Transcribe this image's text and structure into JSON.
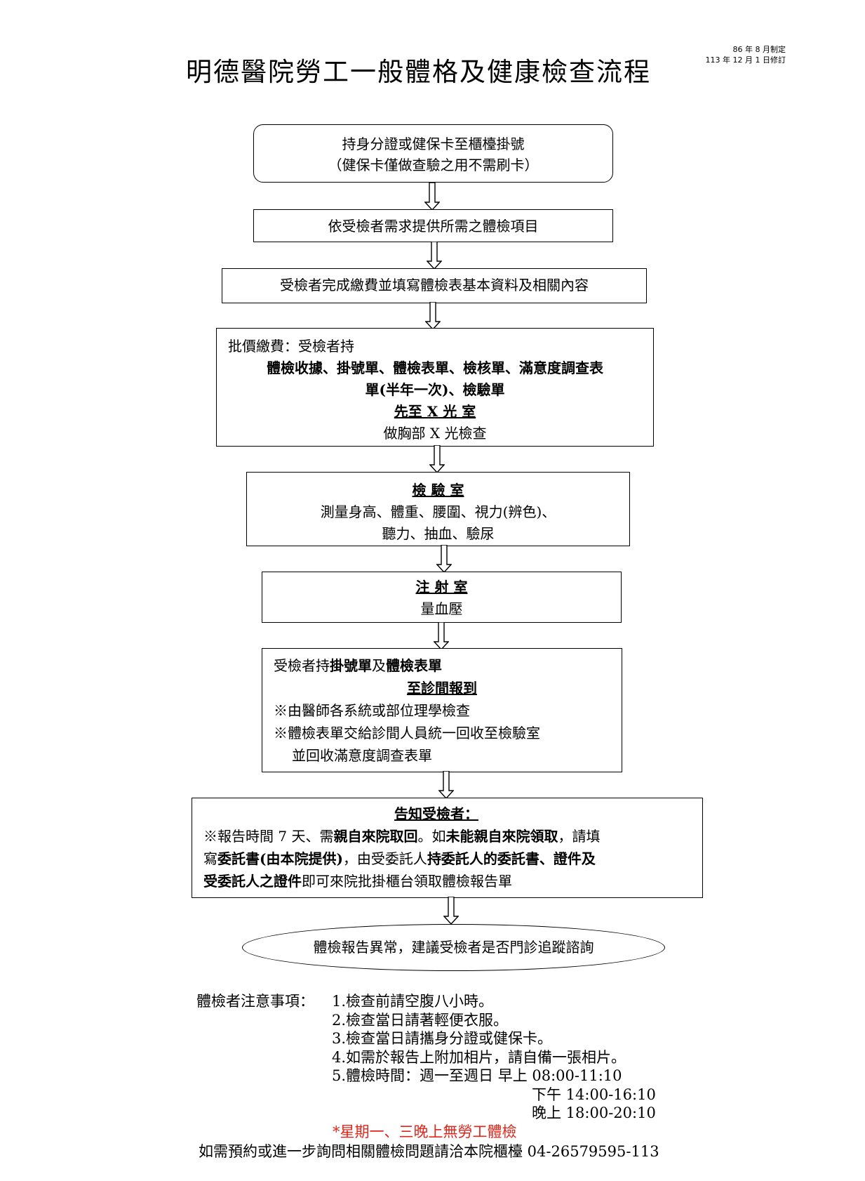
{
  "doc": {
    "title": "明德醫院勞工一般體格及健康檢查流程",
    "meta_created": "86 年 8 月制定",
    "meta_revised": "113 年 12 月 1 日修訂"
  },
  "steps": {
    "s1": {
      "line1": "持身分證或健保卡至櫃檯掛號",
      "line2": "（健保卡僅做查驗之用不需刷卡）"
    },
    "s2": {
      "line1": "依受檢者需求提供所需之體檢項目"
    },
    "s3": {
      "line1": "受檢者完成繳費並填寫體檢表基本資料及相關內容"
    },
    "s4": {
      "line1": "批價繳費：受檢者持",
      "line2": "體檢收據、掛號單、體檢表單、檢核單、滿意度調查表",
      "line3": "單(半年一次)、檢驗單",
      "line4": "先至 X  光  室",
      "line5": "做胸部 X 光檢查"
    },
    "s5": {
      "heading": "檢    驗    室",
      "line1": "測量身高、體重、腰圍、視力(辨色)、",
      "line2": "聽力、抽血、驗尿"
    },
    "s6": {
      "heading": "注    射    室",
      "line1": "量血壓"
    },
    "s7": {
      "l1_a": "受檢者持",
      "l1_b": "掛號單",
      "l1_c": "及",
      "l1_d": "體檢表單",
      "heading": "至診間報到",
      "line2": "※由醫師各系統或部位理學檢查",
      "line3": "※體檢表單交給診間人員統一回收至檢驗室",
      "line4": "並回收滿意度調查表單"
    },
    "s8": {
      "heading": "告知受檢者：",
      "l1_a": "※報告時間 7 天、需",
      "l1_b": "親自來院取回",
      "l1_c": "。如",
      "l1_d": "未能親自來院領取",
      "l1_e": "，請填",
      "l2_a": "寫",
      "l2_b": "委託書(由本院提供)",
      "l2_c": "，由受委託人",
      "l2_d": "持委託人的委託書、證件及",
      "l3_a": "受委託人之證件",
      "l3_b": "即可來院批掛櫃台領取體檢報告單"
    },
    "s9": {
      "line1": "體檢報告異常，建議受檢者是否門診追蹤諮詢"
    }
  },
  "notes": {
    "label": "體檢者注意事項：",
    "items": [
      "1.檢查前請空腹八小時。",
      "2.檢查當日請著輕便衣服。",
      "3.檢查當日請攜身分證或健保卡。",
      "4.如需於報告上附加相片，請自備一張相片。",
      "5.體檢時間：週一至週日  早上 08:00-11:10"
    ],
    "time2": "下午 14:00-16:10",
    "time3": "晚上 18:00-20:10",
    "warning": "*星期一、三晚上無勞工體檢",
    "contact": "如需預約或進一步詢問相關體檢問題請洽本院櫃檯 04-26579595-113"
  },
  "colors": {
    "warning": "#e0261b"
  }
}
